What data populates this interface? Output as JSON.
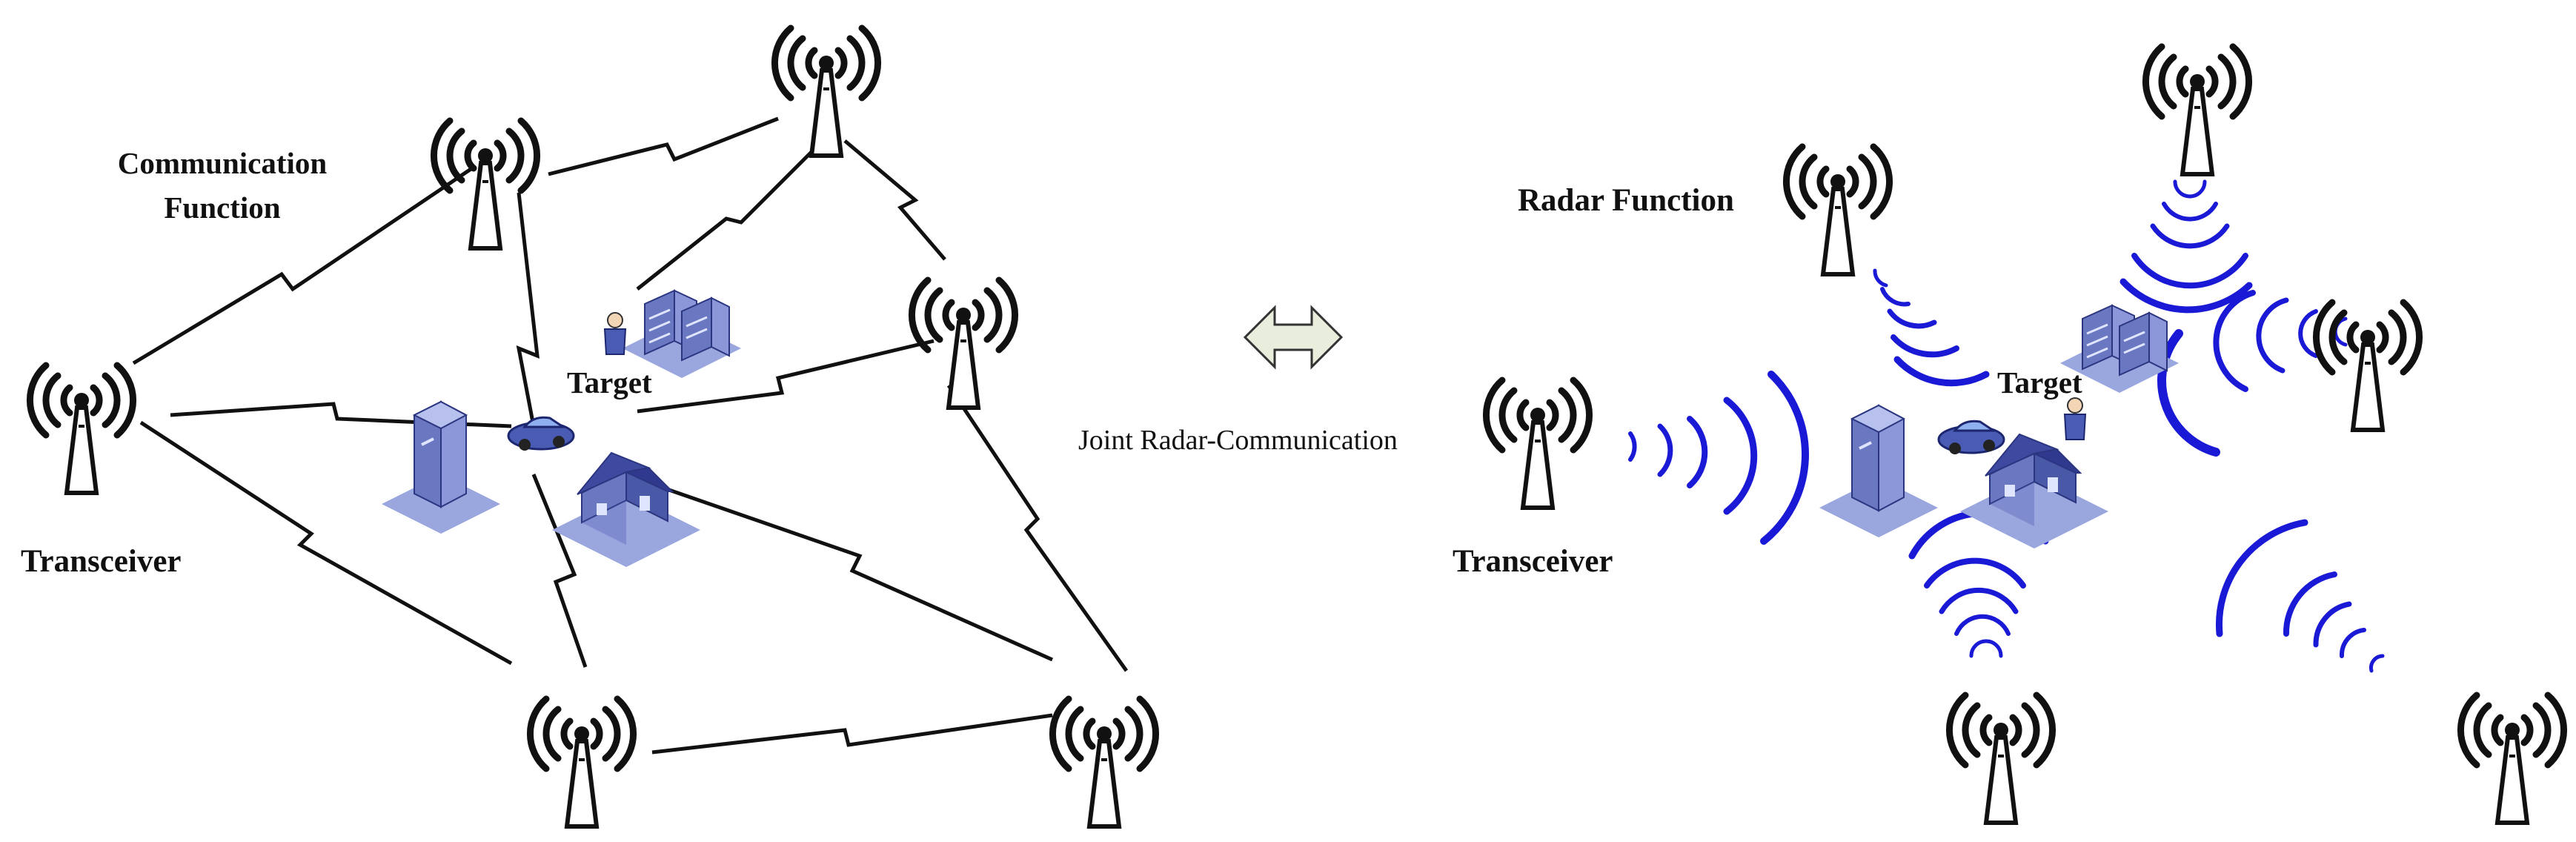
{
  "left_panel": {
    "communication_label_line1": "Communication",
    "communication_label_line2": "Function",
    "target_label": "Target",
    "transceiver_label": "Transceiver"
  },
  "middle": {
    "joint_label": "Joint Radar-Communication",
    "arrow_icon": "double-arrow-icon",
    "arrow_fill": "#e8eedb"
  },
  "right_panel": {
    "radar_label": "Radar Function",
    "target_label": "Target",
    "transceiver_label": "Transceiver"
  },
  "colors": {
    "link": "#111111",
    "radar_wave": "#1a1ad6",
    "building": "#6a78c2",
    "building_shadow": "#9aa6de"
  },
  "icons": [
    "antenna-tower-icon",
    "car-icon",
    "person-icon",
    "office-building-icon",
    "house-icon",
    "tower-building-icon"
  ]
}
